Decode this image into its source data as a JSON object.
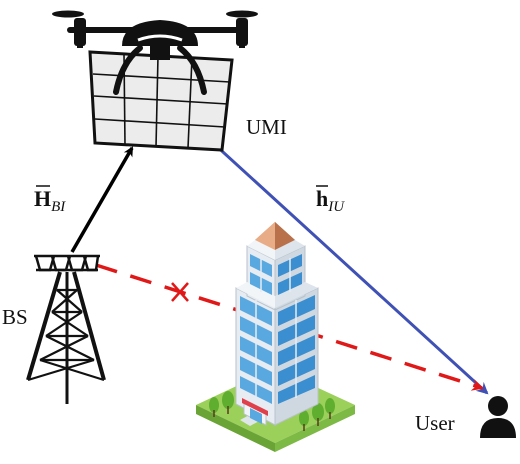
{
  "labels": {
    "umi": "UMI",
    "bs": "BS",
    "user": "User",
    "channel_bi": {
      "base": "H",
      "sub": "BI"
    },
    "channel_iu": {
      "base": "h",
      "sub": "IU"
    }
  },
  "colors": {
    "link_bi": "#000000",
    "link_iu": "#3f51b5",
    "blocked_link": "#e01818",
    "drone_body": "#111111",
    "panel_face": "#ececec",
    "building_glass": "#5aa8e0",
    "building_frame": "#e6ecf2",
    "roof": "#c9825a",
    "lawn": "#9bd05a",
    "user": "#111111"
  },
  "icons": {
    "drone": "drone-with-reflecting-surface",
    "base_station": "lattice-tower-antenna",
    "building": "skyscraper",
    "user": "person-icon",
    "blockage": "cross-mark"
  }
}
